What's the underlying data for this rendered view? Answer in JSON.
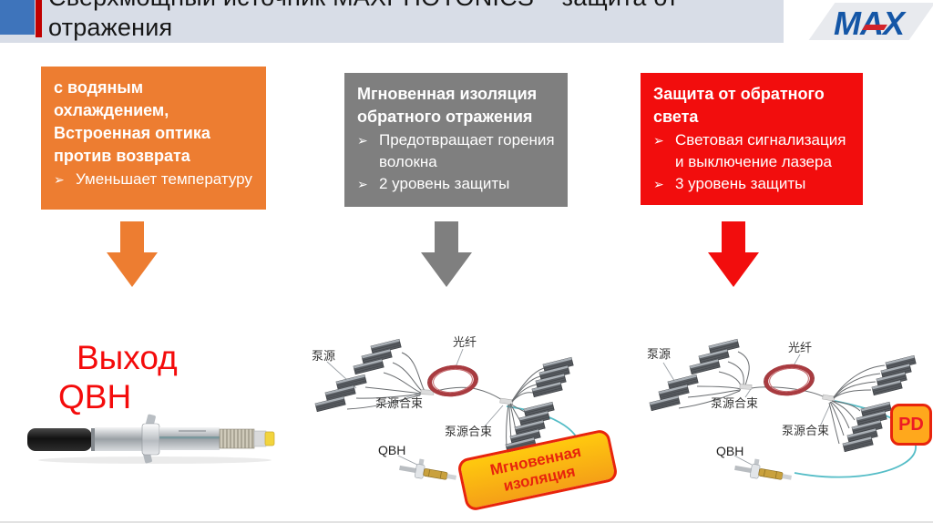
{
  "slide_title": {
    "line1": "Сверхмощный источник MAXPHOTONICS – защита от",
    "line2": "отражения"
  },
  "logo": {
    "letters": "MAX"
  },
  "bullet_char": "➢",
  "info_boxes": [
    {
      "heading": "с водяным охлаждением, Встроенная оптика против возврата",
      "bullets": [
        "Уменьшает температуру"
      ],
      "color": "#ED7D31"
    },
    {
      "heading": "Мгновенная изоляция обратного отражения",
      "bullets": [
        "Предотвращает горения волокна",
        "2 уровень защиты"
      ],
      "color": "#7F7F7F"
    },
    {
      "heading": "Защита от обратного света",
      "bullets": [
        "Световая сигнализация и выключение лазера",
        "3 уровень защиты"
      ],
      "color": "#F20D0D"
    }
  ],
  "output": {
    "line1": "Выход",
    "line2": "QBH"
  },
  "diagram_middle": {
    "pump_label": "泵源",
    "fiber_label": "光纤",
    "combiner_label_1": "泵源合束",
    "combiner_label_2": "泵源合束",
    "qbh_label": "QBH",
    "callout": {
      "line1": "Мгновенная",
      "line2": "изоляция"
    }
  },
  "diagram_right": {
    "pump_label": "泵源",
    "fiber_label": "光纤",
    "combiner_label_1": "泵源合束",
    "combiner_label_2": "泵源合束",
    "qbh_label": "QBH",
    "pd_label": "PD"
  },
  "colors": {
    "title_bg": "#D8DDE7",
    "accent_blue": "#3E74BB",
    "accent_dark_red": "#C00000",
    "accent_orange": "#ED7D31",
    "accent_gray": "#7F7F7F",
    "accent_red": "#F20D0D",
    "logo_blue": "#1456A6",
    "logo_red": "#D2232A",
    "callout_border": "#E8240C",
    "callout_fill": "#FFB515",
    "fiber_teal": "#55BDC7",
    "coil_red": "#A93B40",
    "output_text_red": "#F40B0B"
  }
}
